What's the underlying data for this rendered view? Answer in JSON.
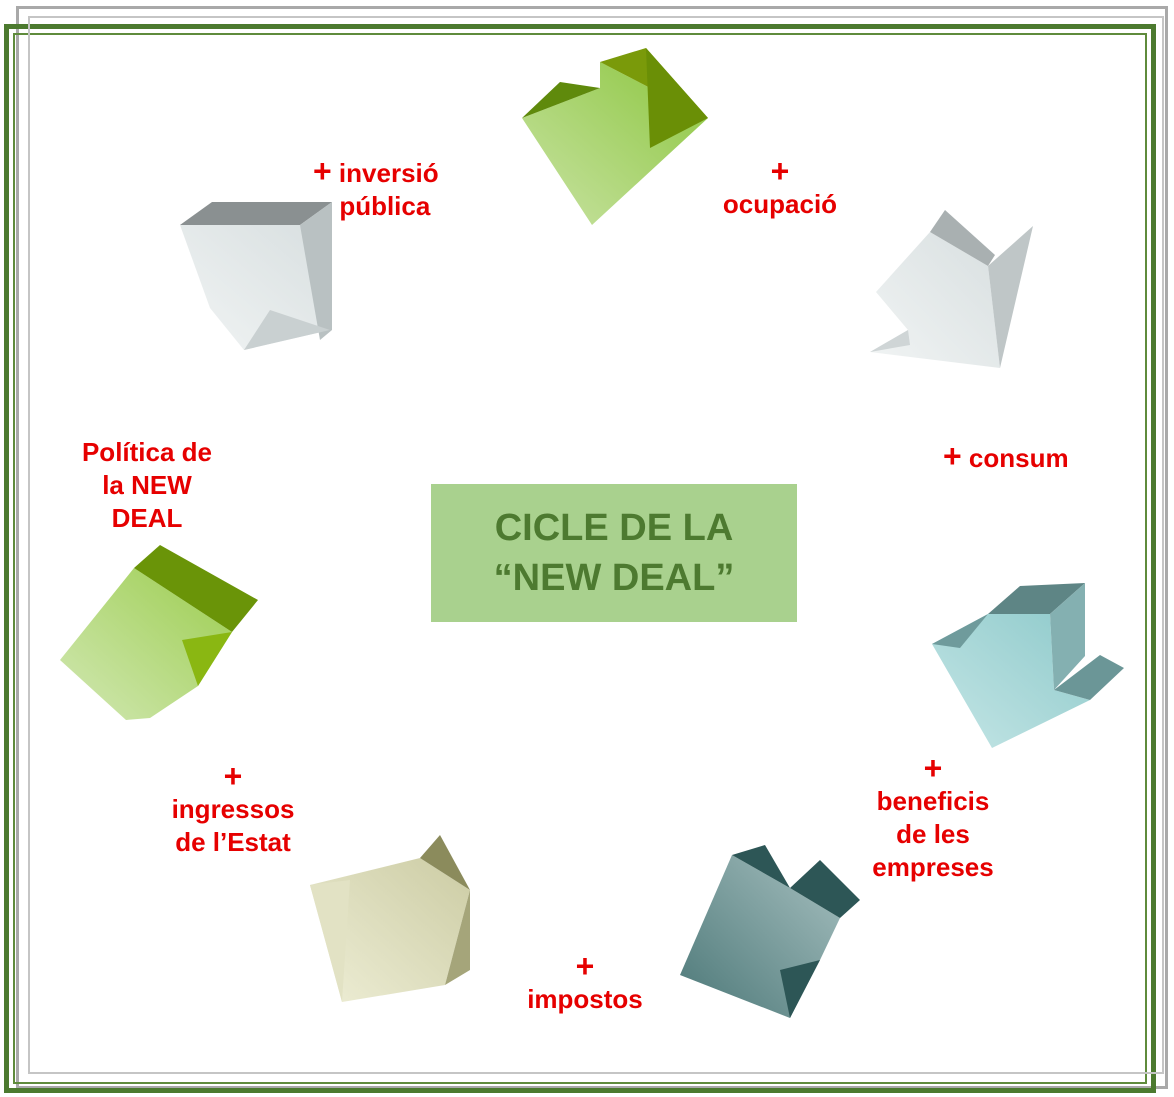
{
  "diagram": {
    "center_title": [
      "CICLE DE LA",
      "“NEW DEAL”"
    ],
    "nodes": [
      {
        "id": "inversio",
        "plus": "+",
        "lines": [
          "inversió",
          "pública"
        ]
      },
      {
        "id": "ocupacio",
        "plus": "+",
        "lines": [
          "ocupació"
        ]
      },
      {
        "id": "consum",
        "plus": "+",
        "lines": [
          "consum"
        ]
      },
      {
        "id": "beneficis",
        "plus": "+",
        "lines": [
          "beneficis",
          "de les",
          "empreses"
        ]
      },
      {
        "id": "impostos",
        "plus": "+",
        "lines": [
          "impostos"
        ]
      },
      {
        "id": "ingressos",
        "plus": "+",
        "lines": [
          "ingressos",
          "de l’Estat"
        ]
      },
      {
        "id": "politica",
        "lines": [
          "Política de",
          "la NEW",
          "DEAL"
        ]
      }
    ]
  },
  "colors": {
    "label_red": "#e60000",
    "center_fill": "#a9d18e",
    "center_text": "#4d7a30",
    "frame_green": "#4c7a2f",
    "frame_gray": "#a9a9a9"
  }
}
